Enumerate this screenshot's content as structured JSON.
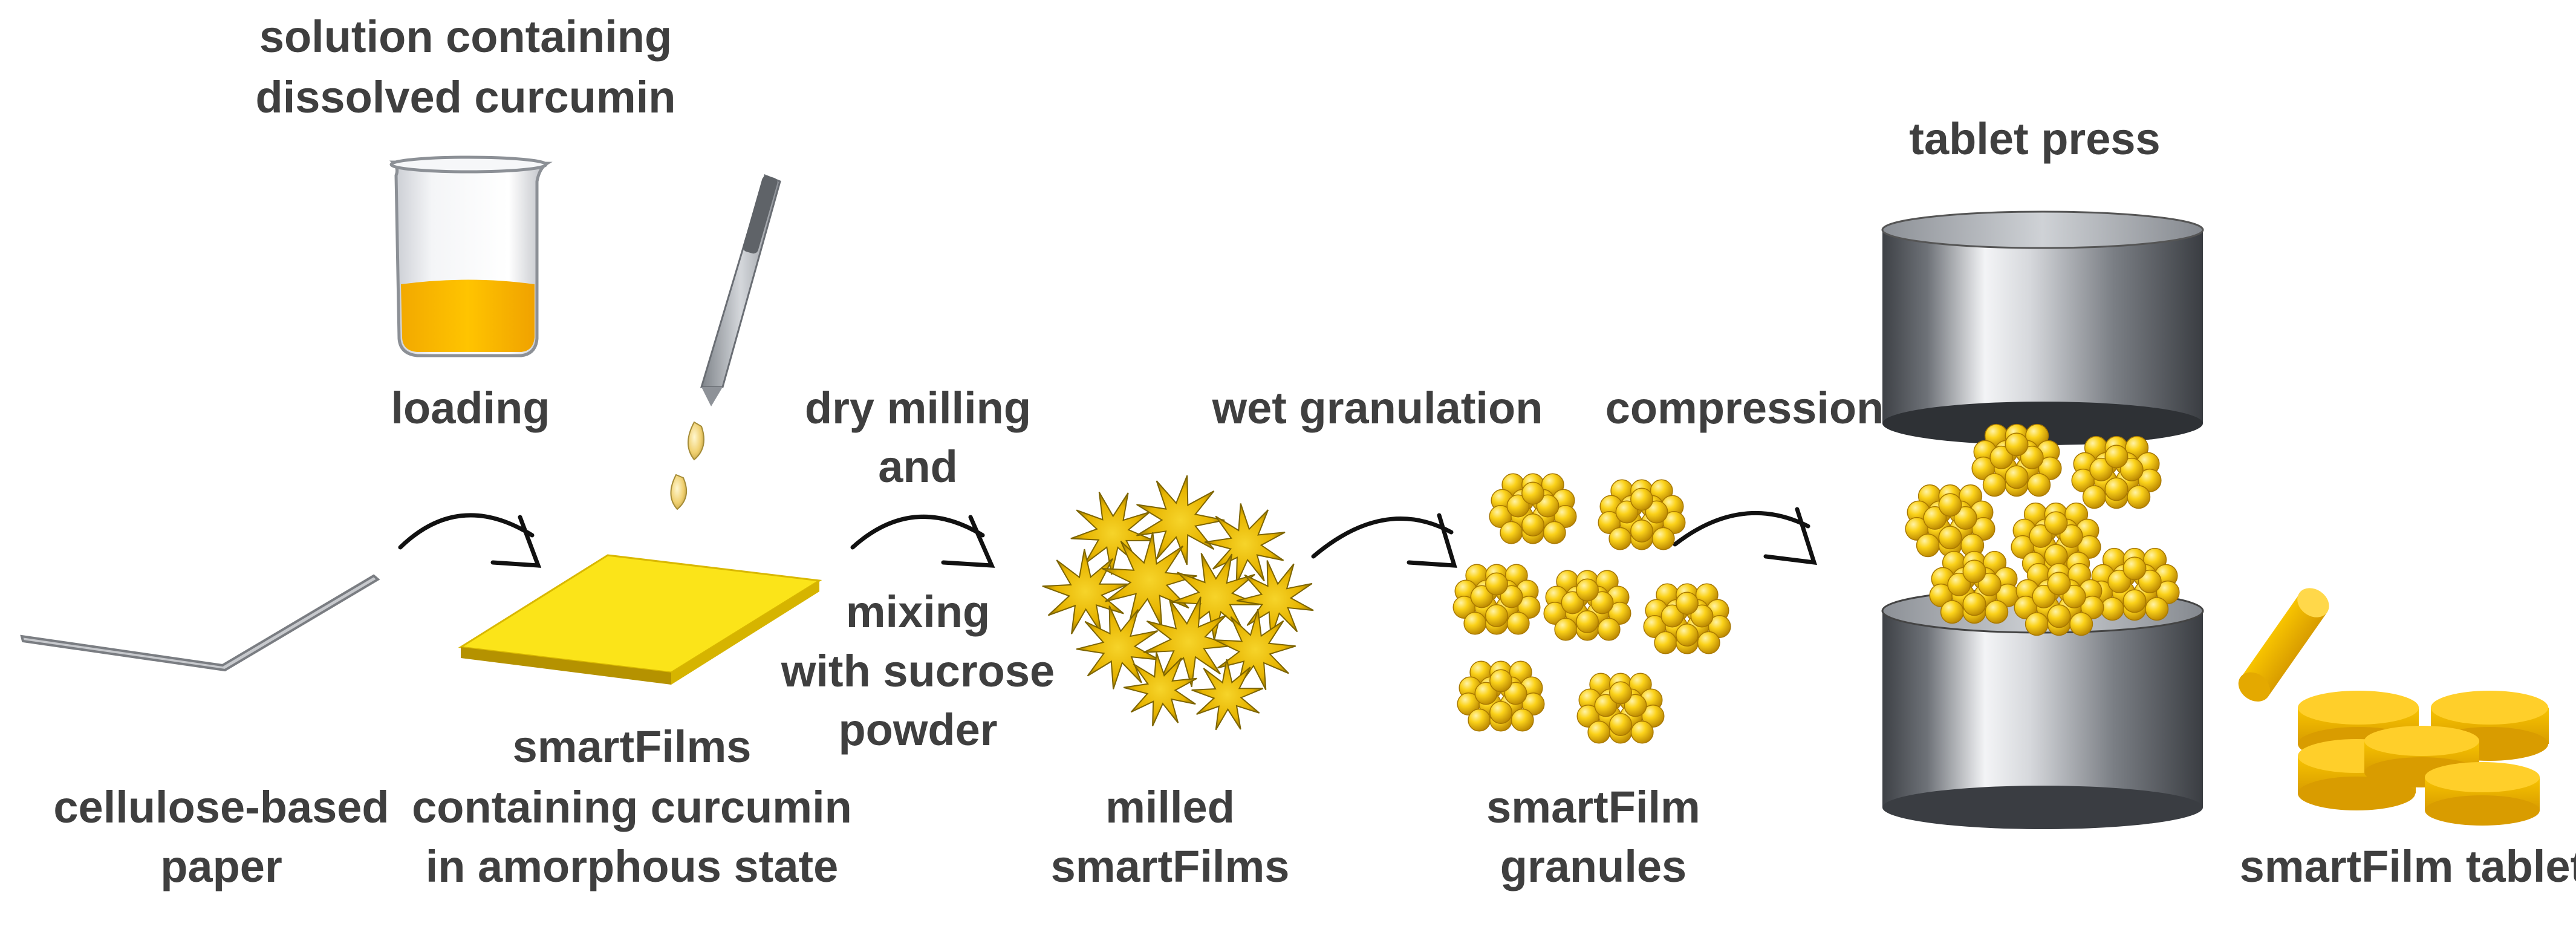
{
  "labels": {
    "solution": [
      "solution containing",
      "dissolved curcumin"
    ],
    "loading": "loading",
    "paper": [
      "cellulose-based",
      "paper"
    ],
    "smartfilms": [
      "smartFilms",
      "containing curcumin",
      "in amorphous state"
    ],
    "dry_milling": [
      "dry milling",
      "and",
      "mixing",
      "with sucrose",
      "powder"
    ],
    "milled": [
      "milled",
      "smartFilms"
    ],
    "wet_granulation": "wet granulation",
    "granules": [
      "smartFilm",
      "granules"
    ],
    "compression": "compression",
    "tablet_press": "tablet press",
    "tablets": "smartFilm tablets"
  },
  "colors": {
    "text": "#3f3f3f",
    "curcumin_yellow": "#f7c100",
    "film_yellow": "#fbe419",
    "metal_dark": "#5a5d63",
    "metal_light": "#e4e6ea"
  }
}
